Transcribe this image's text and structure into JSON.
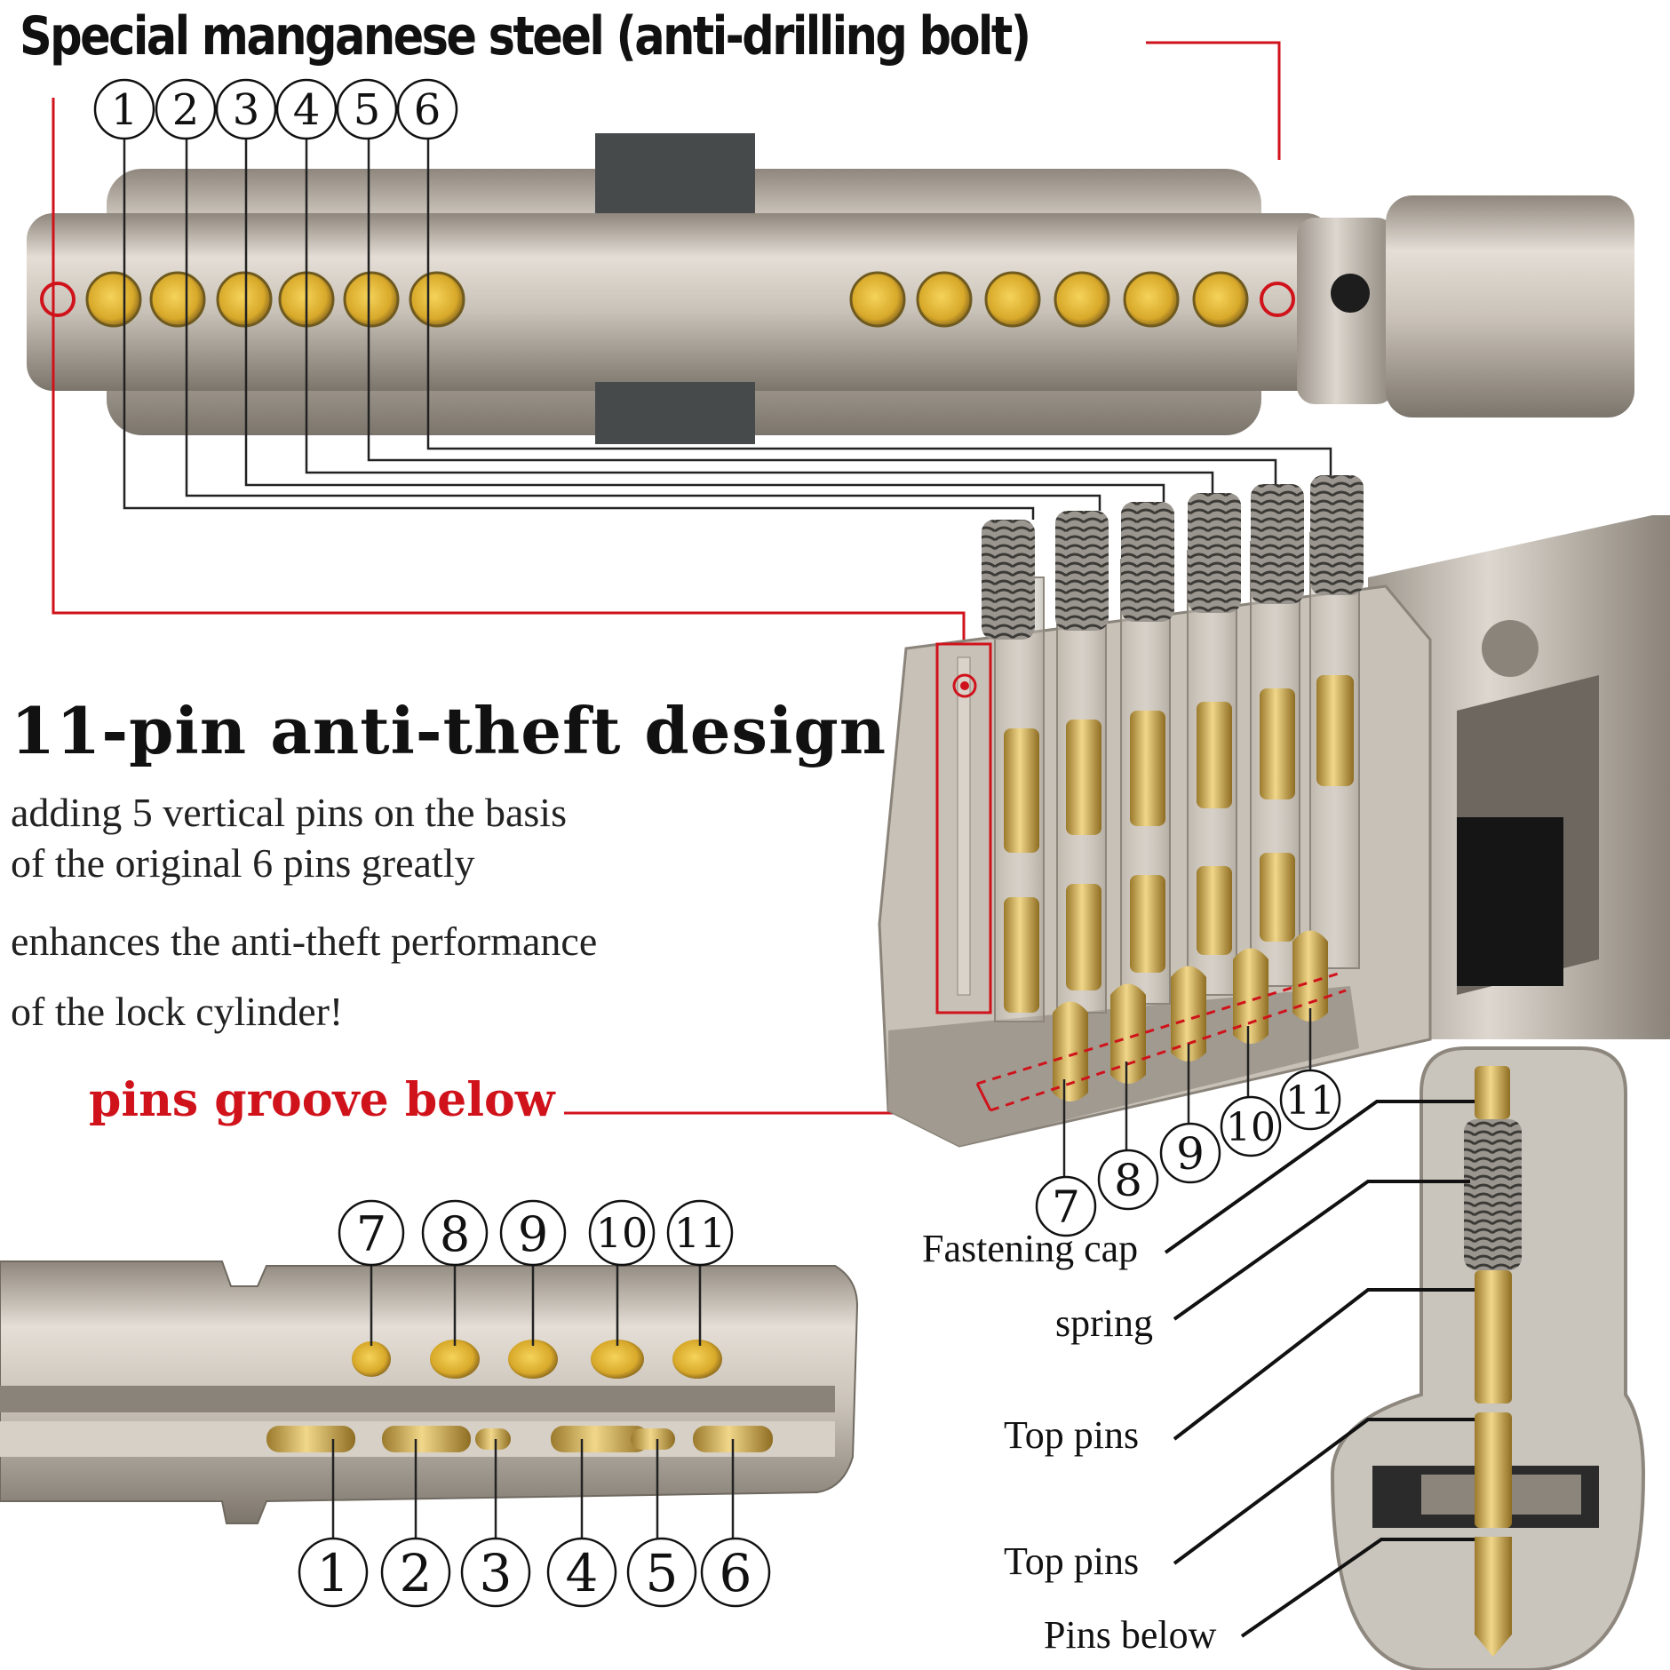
{
  "header": {
    "title": "Special manganese steel (anti-drilling bolt)"
  },
  "design": {
    "title": "11-pin anti-theft design",
    "lines": [
      "adding 5 vertical pins on the basis",
      "of the original 6 pins greatly",
      "enhances the anti-theft performance",
      "of the lock cylinder!"
    ]
  },
  "groove_label": "pins groove below",
  "pin_numbers": {
    "top_row": [
      "1",
      "2",
      "3",
      "4",
      "5",
      "6"
    ],
    "vertical": [
      "7",
      "8",
      "9",
      "10",
      "11"
    ]
  },
  "key_numbers": {
    "upper": [
      "7",
      "8",
      "9",
      "10",
      "11"
    ],
    "lower": [
      "1",
      "2",
      "3",
      "4",
      "5",
      "6"
    ]
  },
  "parts": {
    "fastening_cap": "Fastening cap",
    "spring": "spring",
    "top_pins_1": "Top pins",
    "top_pins_2": "Top pins",
    "pins_below": "Pins below"
  },
  "colors": {
    "accent": "#d0121b",
    "brass": "#d9b24a",
    "steel": "#bdb6ac"
  }
}
